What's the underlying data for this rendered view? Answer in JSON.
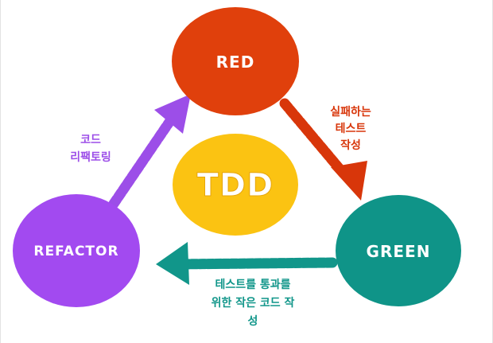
{
  "center": {
    "label": "TDD",
    "color": "#fbc312"
  },
  "nodes": {
    "red": {
      "label": "RED",
      "color": "#e0400c"
    },
    "green": {
      "label": "GREEN",
      "color": "#0f9488"
    },
    "refactor": {
      "label": "REFACTOR",
      "color": "#a24af0"
    }
  },
  "edges": {
    "red_to_green": {
      "color": "#d8360a",
      "lines": [
        "실패하는",
        "테스트",
        "작성"
      ]
    },
    "green_to_refactor": {
      "color": "#11968a",
      "lines": [
        "테스트를 통과를",
        "위한 작은 코드 작",
        "성"
      ]
    },
    "refactor_to_red": {
      "color": "#9c4ee8",
      "lines": [
        "코드",
        "리팩토링"
      ]
    }
  }
}
